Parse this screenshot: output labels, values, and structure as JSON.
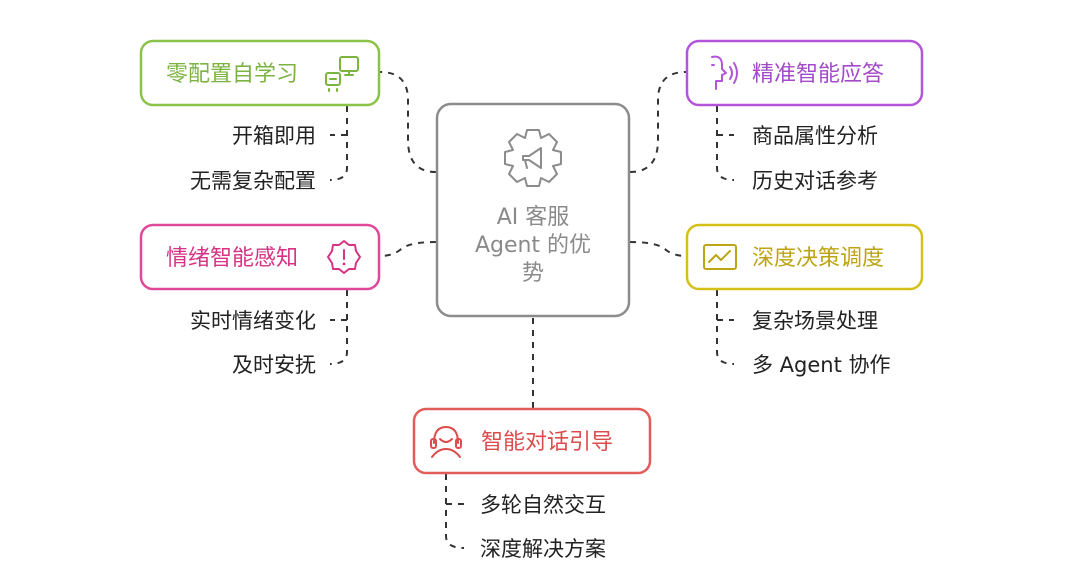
{
  "center": {
    "lines": [
      "AI 客服",
      "Agent 的优",
      "势"
    ],
    "icon": "megaphone-gear-icon",
    "border_color": "#8c8c8c"
  },
  "branches": [
    {
      "id": "zero-config",
      "label": "零配置自学习",
      "icon": "computer-terminal-icon",
      "color": "#8bc34a",
      "items": [
        "开箱即用",
        "无需复杂配置"
      ]
    },
    {
      "id": "precise-answer",
      "label": "精准智能应答",
      "icon": "speaking-head-icon",
      "color": "#b455d9",
      "items": [
        "商品属性分析",
        "历史对话参考"
      ]
    },
    {
      "id": "emotion-sense",
      "label": "情绪智能感知",
      "icon": "alert-badge-icon",
      "color": "#e0489a",
      "items": [
        "实时情绪变化",
        "及时安抚"
      ]
    },
    {
      "id": "deep-decision",
      "label": "深度决策调度",
      "icon": "line-chart-icon",
      "color": "#d4c019",
      "items": [
        "复杂场景处理",
        "多 Agent 协作"
      ]
    },
    {
      "id": "dialog-guide",
      "label": "智能对话引导",
      "icon": "support-agent-icon",
      "color": "#e35c5c",
      "items": [
        "多轮自然交互",
        "深度解决方案"
      ]
    }
  ]
}
